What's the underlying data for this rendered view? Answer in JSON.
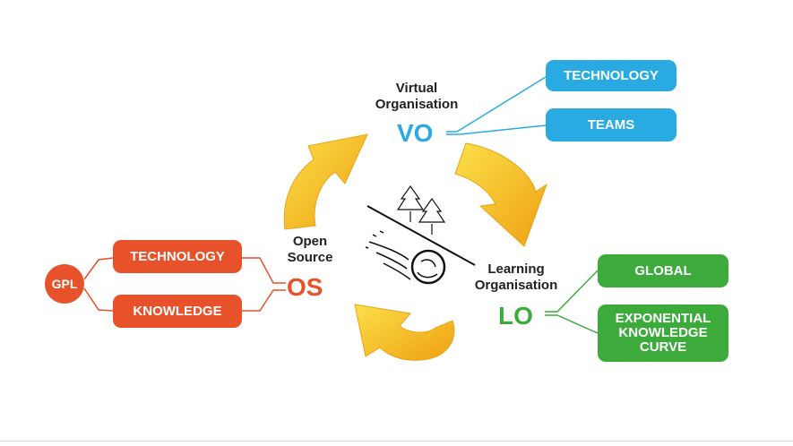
{
  "vo": {
    "label": "Virtual\nOrganisation",
    "abbr": "VO",
    "color": "#29aae2",
    "items": [
      "TECHNOLOGY",
      "TEAMS"
    ]
  },
  "os": {
    "label": "Open\nSource",
    "abbr": "OS",
    "color": "#e8522a",
    "items": [
      "TECHNOLOGY",
      "KNOWLEDGE"
    ],
    "root": "GPL"
  },
  "lo": {
    "label": "Learning\nOrganisation",
    "abbr": "LO",
    "color": "#3cab3c",
    "items": [
      "GLOBAL",
      "EXPONENTIAL\nKNOWLEDGE\nCURVE"
    ]
  },
  "icons": {
    "cycle": "yellow-cycle-arrows",
    "center": "snowball-rolling-downhill-icon"
  },
  "colors": {
    "arrow": "#f7c520",
    "arrow_dark": "#efa012"
  }
}
